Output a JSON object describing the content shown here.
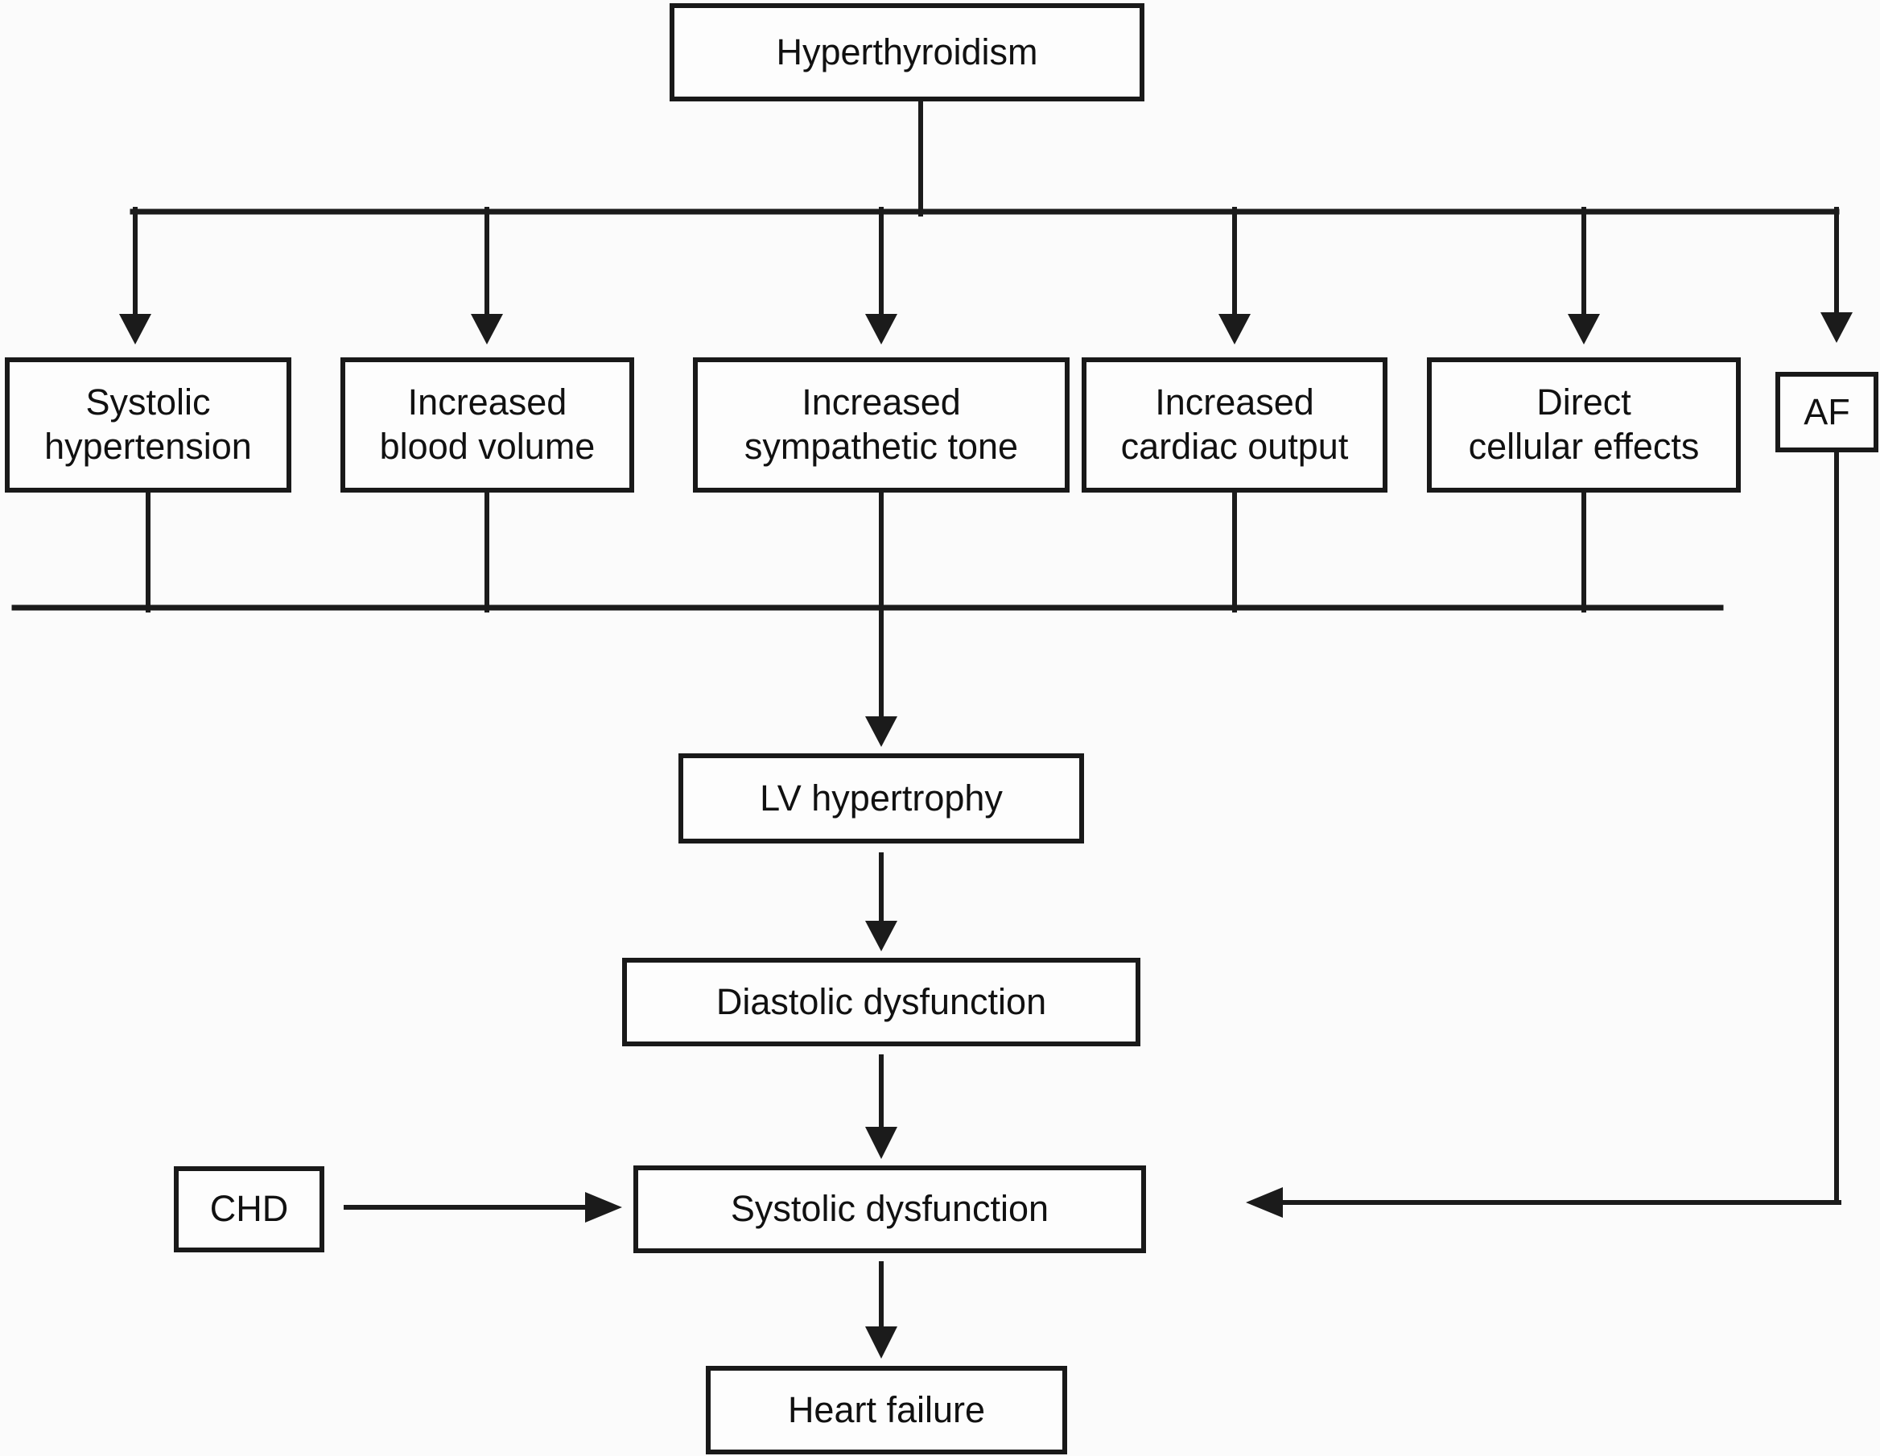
{
  "nodes": {
    "hyperthyroidism": {
      "label": "Hyperthyroidism"
    },
    "systolic_hypertension": {
      "label": "Systolic\nhypertension"
    },
    "increased_blood_volume": {
      "label": "Increased\nblood volume"
    },
    "increased_sympathetic_tone": {
      "label": "Increased\nsympathetic tone"
    },
    "increased_cardiac_output": {
      "label": "Increased\ncardiac output"
    },
    "direct_cellular_effects": {
      "label": "Direct\ncellular effects"
    },
    "af": {
      "label": "AF"
    },
    "lv_hypertrophy": {
      "label": "LV hypertrophy"
    },
    "diastolic_dysfunction": {
      "label": "Diastolic dysfunction"
    },
    "chd": {
      "label": "CHD"
    },
    "systolic_dysfunction": {
      "label": "Systolic dysfunction"
    },
    "heart_failure": {
      "label": "Heart failure"
    }
  },
  "edges": [
    {
      "from": "hyperthyroidism",
      "to": "systolic_hypertension"
    },
    {
      "from": "hyperthyroidism",
      "to": "increased_blood_volume"
    },
    {
      "from": "hyperthyroidism",
      "to": "increased_sympathetic_tone"
    },
    {
      "from": "hyperthyroidism",
      "to": "increased_cardiac_output"
    },
    {
      "from": "hyperthyroidism",
      "to": "direct_cellular_effects"
    },
    {
      "from": "hyperthyroidism",
      "to": "af"
    },
    {
      "from": "systolic_hypertension",
      "to": "lv_hypertrophy"
    },
    {
      "from": "increased_blood_volume",
      "to": "lv_hypertrophy"
    },
    {
      "from": "increased_sympathetic_tone",
      "to": "lv_hypertrophy"
    },
    {
      "from": "increased_cardiac_output",
      "to": "lv_hypertrophy"
    },
    {
      "from": "direct_cellular_effects",
      "to": "lv_hypertrophy"
    },
    {
      "from": "lv_hypertrophy",
      "to": "diastolic_dysfunction"
    },
    {
      "from": "diastolic_dysfunction",
      "to": "systolic_dysfunction"
    },
    {
      "from": "chd",
      "to": "systolic_dysfunction"
    },
    {
      "from": "af",
      "to": "systolic_dysfunction"
    },
    {
      "from": "systolic_dysfunction",
      "to": "heart_failure"
    }
  ],
  "colors": {
    "line": "#1b1b1b",
    "box_fill": "#fdfdfd",
    "background": "#fbfbfb",
    "text": "#111111"
  }
}
